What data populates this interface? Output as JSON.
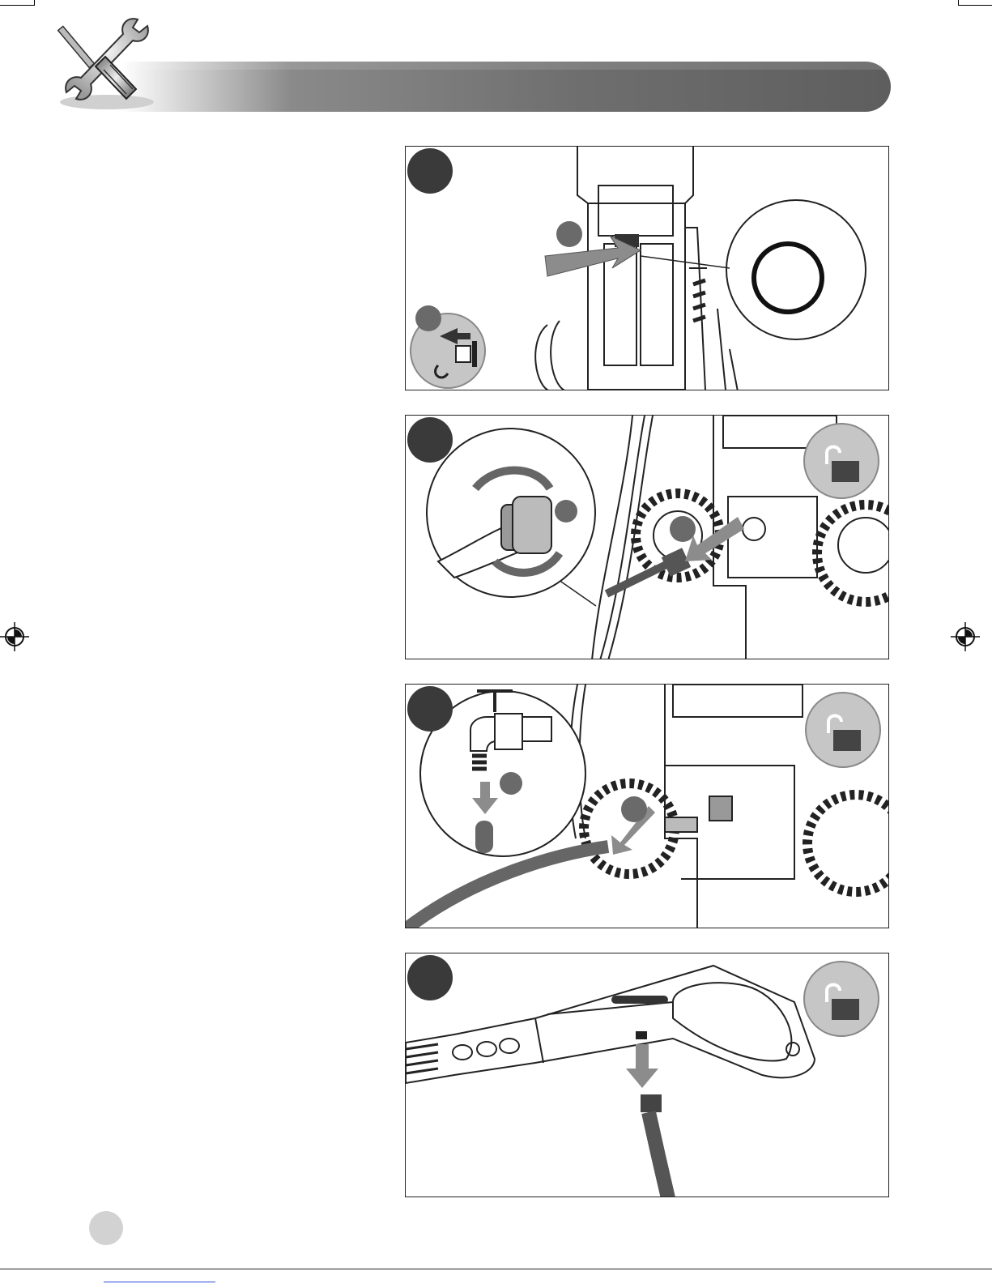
{
  "page": {
    "header_icon": "tools-wrench-screwdriver-icon",
    "accent_color": "#6e6e6e",
    "step_disc_color": "#3a3a3a"
  },
  "figures": [
    {
      "step": "",
      "icons": [
        "pressure-washer-body",
        "filter-ring-magnified",
        "unplug-icon"
      ]
    },
    {
      "step": "",
      "icons": [
        "outlet-connector-magnified",
        "unlock-icon"
      ]
    },
    {
      "step": "",
      "icons": [
        "water-tap-hose",
        "unlock-icon"
      ]
    },
    {
      "step": "",
      "icons": [
        "spray-gun-hose",
        "unlock-icon"
      ]
    }
  ],
  "footer": {
    "page_number": ""
  }
}
